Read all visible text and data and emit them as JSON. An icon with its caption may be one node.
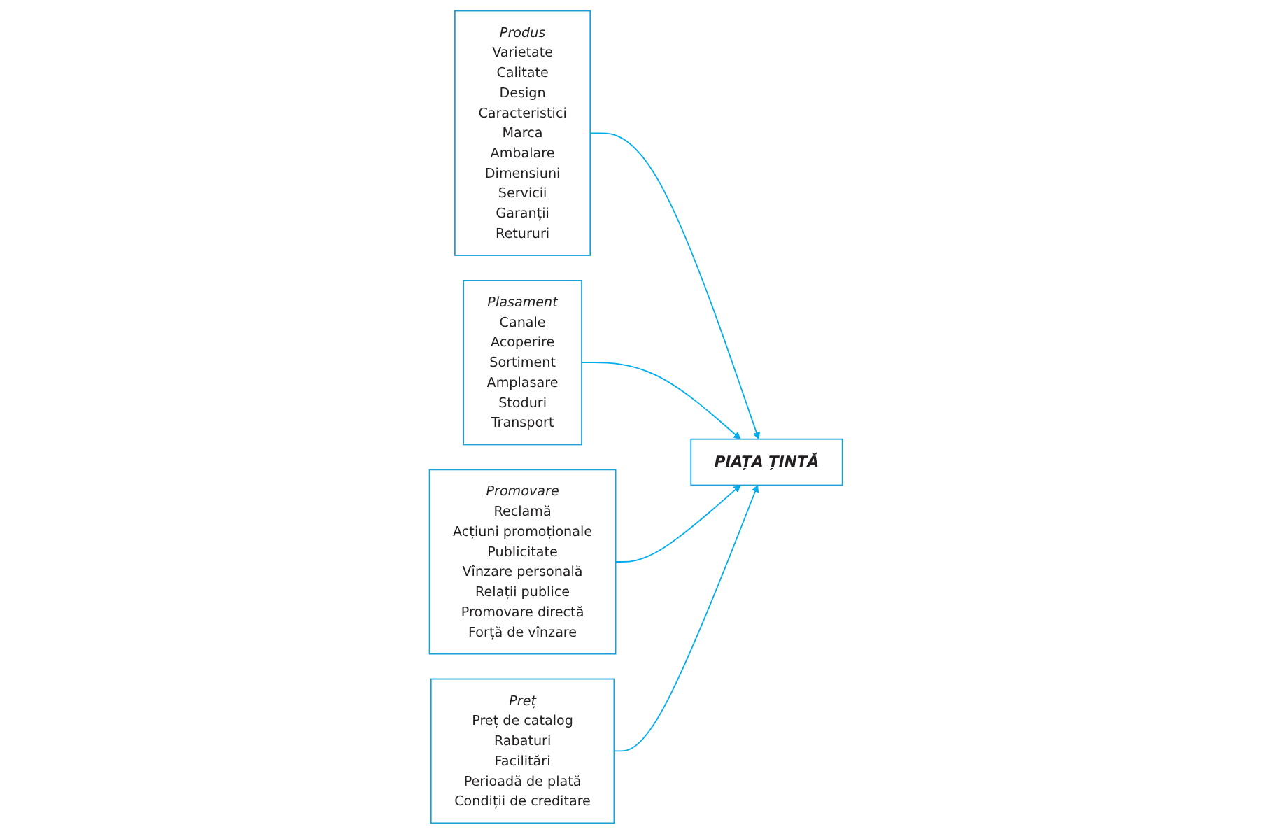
{
  "diagram": {
    "nodes": [
      {
        "text": [
          "Produs",
          "Varietate",
          "Calitate",
          "Design",
          "Caracteristici",
          "Marca",
          "Ambalare",
          "Dimensiuni",
          "Servicii",
          "Garanții",
          "Retururi"
        ]
      },
      {
        "text": [
          "Plasament",
          "Canale",
          "Acoperire",
          "Sortiment",
          "Amplasare",
          "Stoduri",
          "Transport"
        ]
      },
      {
        "text": [
          "PIAȚA ȚINTĂ"
        ]
      },
      {
        "text": [
          "Promovare",
          "Reclamă",
          "Acțiuni promoționale",
          "Publicitate",
          "Vînzare personală",
          "Relații publice",
          "Promovare directă",
          "Forță de vînzare"
        ]
      },
      {
        "text": [
          "Preț",
          "Preț de catalog",
          "Rabaturi",
          "Facilitări",
          "Perioadă de plată",
          "Condiții de creditare"
        ]
      }
    ],
    "edges": [
      {
        "from": 0,
        "to": 2,
        "arrow": "to"
      },
      {
        "from": 1,
        "to": 2,
        "arrow": "to"
      },
      {
        "from": 3,
        "to": 2,
        "arrow": "to"
      },
      {
        "from": 4,
        "to": 2,
        "arrow": "to"
      }
    ]
  }
}
